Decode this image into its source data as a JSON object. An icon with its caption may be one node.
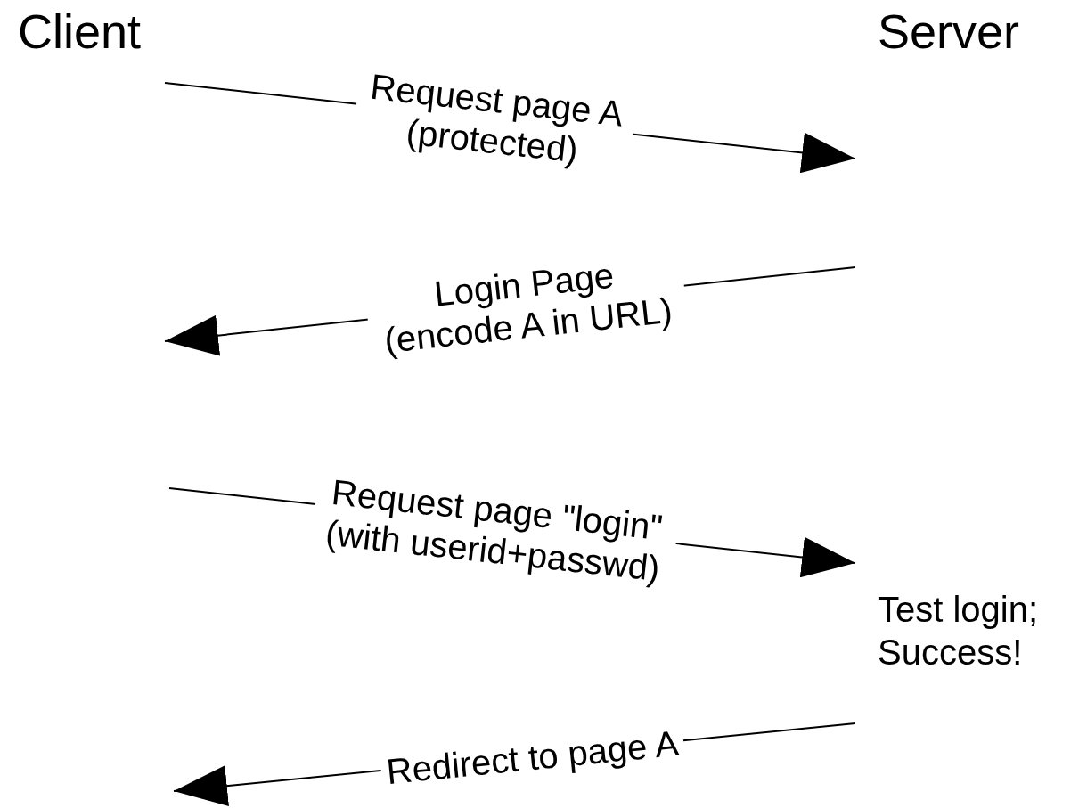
{
  "diagram": {
    "nodes": [
      {
        "text": [
          "Client"
        ]
      },
      {
        "text": [
          "Server",
          "Test login; Success!"
        ]
      }
    ],
    "edges": [
      {
        "from": 0,
        "to": 1,
        "arrow": "to",
        "label": "Request page A (protected)"
      },
      {
        "from": 1,
        "to": null,
        "arrow": "to",
        "label": "Login Page (encode A in URL)"
      },
      {
        "from": null,
        "to": 1,
        "arrow": "to",
        "label": "Request page \"login\" (with userid+passwd)"
      },
      {
        "from": 1,
        "to": null,
        "arrow": "to",
        "label": "Redirect to page A"
      }
    ]
  }
}
